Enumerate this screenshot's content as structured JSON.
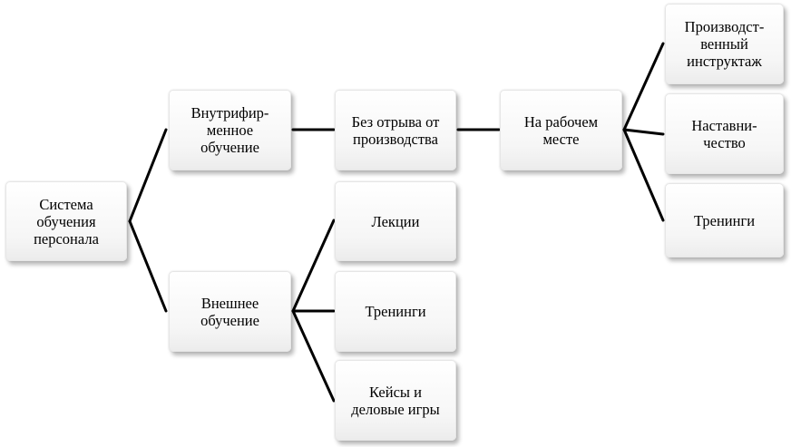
{
  "nodes": {
    "root": "Система\nобучения\nперсонала",
    "internal": "Внутрифир-\nменное\nобучение",
    "external": "Внешнее\nобучение",
    "on_the_job": "Без отрыва от\nпроизводства",
    "workplace": "На рабочем\nместе",
    "instruction": "Производст-\nвенный\nинструктаж",
    "mentoring": "Наставни-\nчество",
    "trainings_internal": "Тренинги",
    "lectures": "Лекции",
    "trainings_external": "Тренинги",
    "cases": "Кейсы и\nделовые игры"
  }
}
